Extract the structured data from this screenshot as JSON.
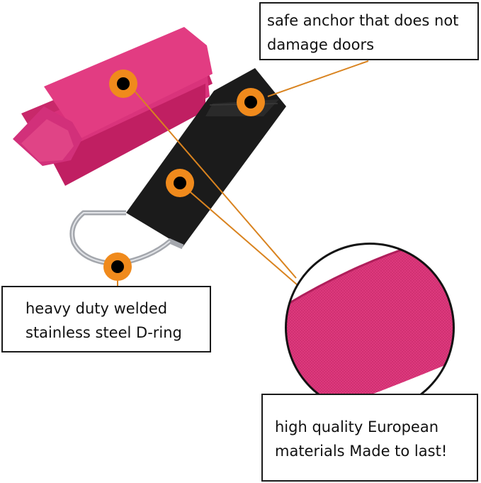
{
  "callouts": {
    "anchor": {
      "line1": "safe anchor that does not",
      "line2": "damage doors"
    },
    "dring": {
      "line1": "heavy duty welded",
      "line2": "stainless steel D-ring"
    },
    "materials": {
      "line1": "high quality European",
      "line2": "materials Made to last!"
    }
  },
  "colors": {
    "strap": "#e0347a",
    "strap_shadow": "#b91f5e",
    "anchor_webbing": "#1c1c1c",
    "dring_metal": "#a8aab0",
    "marker": "#f08a1c",
    "marker_dot": "#000000",
    "leader_line": "#d9831f"
  },
  "icons": [
    "marker-dot-icon"
  ]
}
